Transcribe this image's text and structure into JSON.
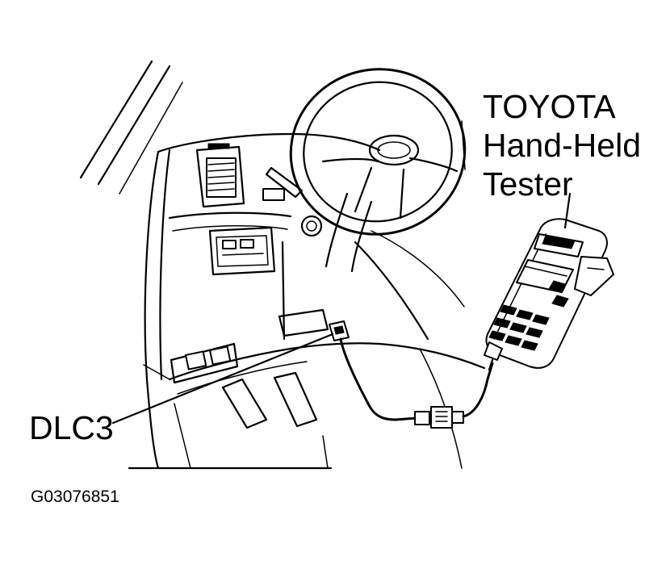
{
  "labels": {
    "tester_line1": "TOYOTA",
    "tester_line2": "Hand-Held",
    "tester_line3": "Tester",
    "connector": "DLC3",
    "figure_code": "G03076851"
  }
}
